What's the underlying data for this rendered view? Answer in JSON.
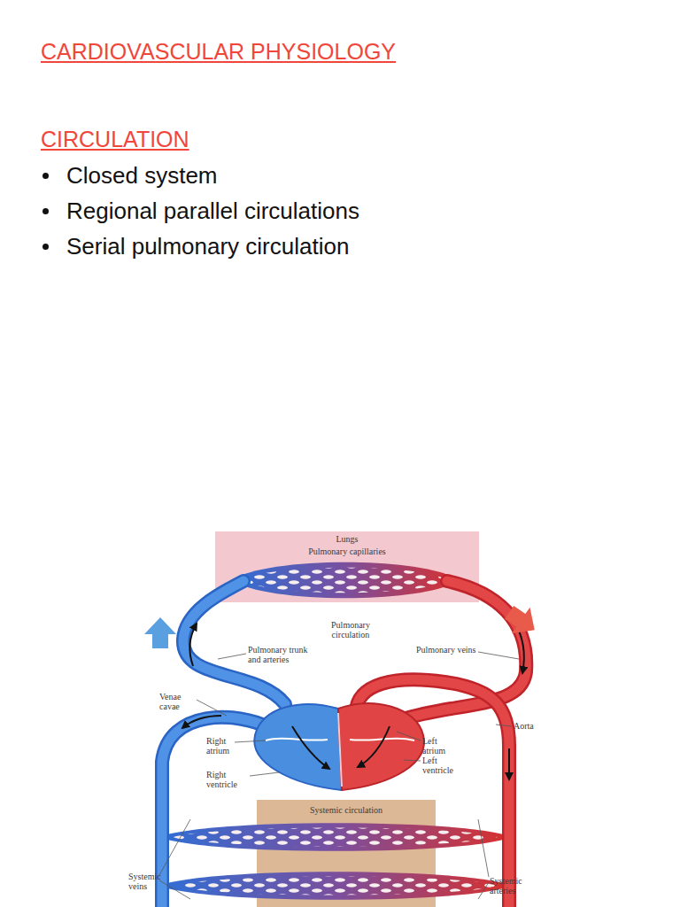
{
  "diagram": {
    "title": "CARDIOVASCULAR PHYSIOLOGY",
    "nodes": [
      {
        "text": [
          "Lungs",
          "Pulmonary capillaries"
        ]
      },
      {
        "text": [
          "Systemic circulation"
        ]
      }
    ],
    "labels": [
      "CIRCULATION",
      "Closed system",
      "Regional parallel circulations",
      "Serial pulmonary circulation",
      "Pulmonary circulation",
      "Pulmonary trunk and arteries",
      "Pulmonary veins",
      "Venae cavae",
      "Right atrium",
      "Right ventricle",
      "Left atrium",
      "Left ventricle",
      "Aorta",
      "Systemic veins",
      "Systemic arteries"
    ]
  }
}
